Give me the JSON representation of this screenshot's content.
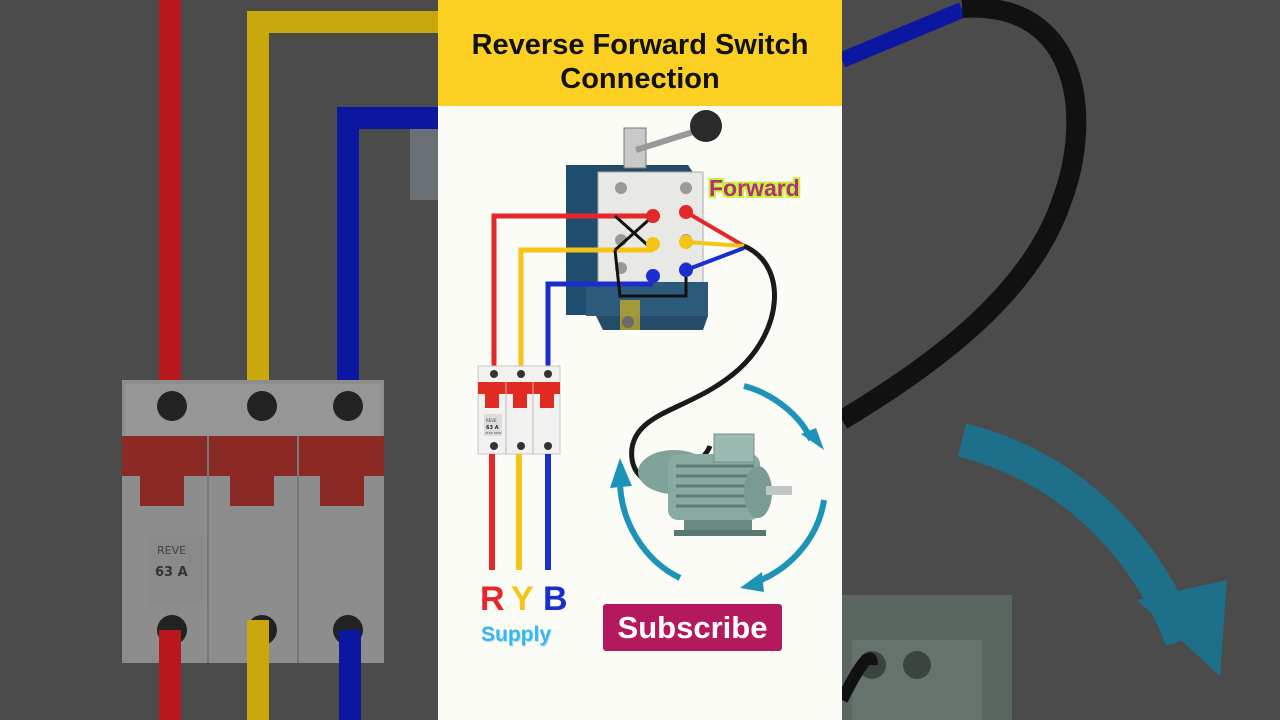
{
  "title": {
    "line1": "Reverse Forward Switch",
    "line2": "Connection"
  },
  "switch_state_label": "Forward",
  "supply": {
    "phases": [
      "R",
      "Y",
      "B"
    ],
    "label": "Supply"
  },
  "mcb": {
    "brand": "REVE",
    "rating": "63 A",
    "voltage": "415V 50Hz"
  },
  "subscribe_label": "Subscribe",
  "colors": {
    "banner": "#fbd022",
    "phase_r": "#e5262a",
    "phase_y": "#f6c416",
    "phase_b": "#1a2ecf",
    "neutral_cable": "#1a1a1a",
    "rotation_arrows": "#1e93b8",
    "subscribe_bg": "#b3195c",
    "forward_text": "#b0307a",
    "supply_text": "#38b6f0"
  },
  "icons": [
    "switch-handle-icon",
    "mcb-breaker-icon",
    "motor-icon",
    "rotation-arrow-icon"
  ]
}
